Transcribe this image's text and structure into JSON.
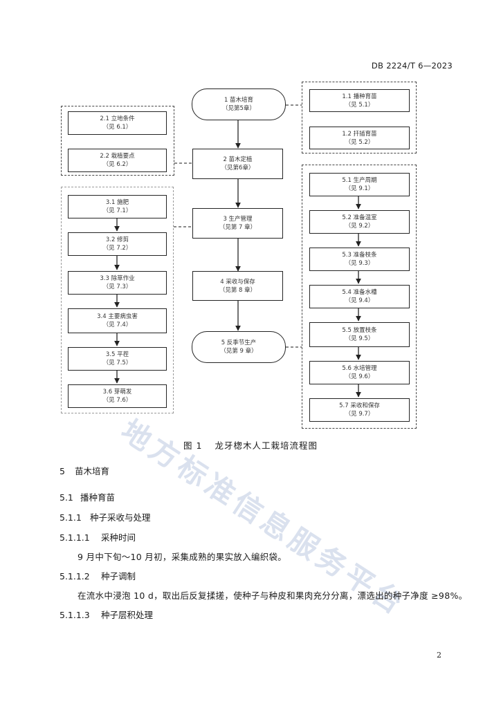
{
  "header": {
    "doc_code": "DB 2224/T 6—2023"
  },
  "flowchart": {
    "main": [
      {
        "n": "1 苗木培育",
        "ref": "（见第5章）"
      },
      {
        "n": "2 苗木定植",
        "ref": "（见第6章）"
      },
      {
        "n": "3 生产管理",
        "ref": "（见第 7 章）"
      },
      {
        "n": "4 采收与保存",
        "ref": "（见第 8 章）"
      },
      {
        "n": "5 反季节生产",
        "ref": "（见第 9 章）"
      }
    ],
    "g1": [
      {
        "n": "1.1 播种育苗",
        "ref": "（见 5.1）"
      },
      {
        "n": "1.2 扦插育苗",
        "ref": "（见 5.2）"
      }
    ],
    "g2": [
      {
        "n": "2.1 立地条件",
        "ref": "（见 6.1）"
      },
      {
        "n": "2.2 栽植要点",
        "ref": "（见 6.2）"
      }
    ],
    "g3": [
      {
        "n": "3.1 施肥",
        "ref": "（见 7.1）"
      },
      {
        "n": "3.2 修剪",
        "ref": "（见 7.2）"
      },
      {
        "n": "3.3 除草作业",
        "ref": "（见 7.3）"
      },
      {
        "n": "3.4 主要病虫害",
        "ref": "（见 7.4）"
      },
      {
        "n": "3.5 平茬",
        "ref": "（见 7.5）"
      },
      {
        "n": "3.6 芽萌发",
        "ref": "（见 7.6）"
      }
    ],
    "g5": [
      {
        "n": "5.1 生产周期",
        "ref": "（见 9.1）"
      },
      {
        "n": "5.2 准备温室",
        "ref": "（见 9.2）"
      },
      {
        "n": "5.3 准备枝条",
        "ref": "（见 9.3）"
      },
      {
        "n": "5.4 准备水槽",
        "ref": "（见 9.4）"
      },
      {
        "n": "5.5 放置枝条",
        "ref": "（见 9.5）"
      },
      {
        "n": "5.6 水培管理",
        "ref": "（见 9.6）"
      },
      {
        "n": "5.7 采收和保存",
        "ref": "（见 9.7）"
      }
    ]
  },
  "figure": {
    "number": "图 1",
    "title": "龙牙楤木人工栽培流程图"
  },
  "body": {
    "s5": {
      "num": "5",
      "title": "苗木培育"
    },
    "s51": {
      "num": "5.1",
      "title": "播种育苗"
    },
    "s511": {
      "num": "5.1.1",
      "title": "种子采收与处理"
    },
    "s5111": {
      "num": "5.1.1.1",
      "title": "采种时间"
    },
    "p5111": "9 月中下旬～10 月初，采集成熟的果实放入编织袋。",
    "s5112": {
      "num": "5.1.1.2",
      "title": "种子调制"
    },
    "p5112": "在流水中浸泡 10 d，取出后反复揉搓，使种子与种皮和果肉充分分离，漂选出的种子净度 ≥98%。",
    "s5113": {
      "num": "5.1.1.3",
      "title": "种子层积处理"
    }
  },
  "watermark": "地方标准信息服务平台",
  "page_number": "2"
}
